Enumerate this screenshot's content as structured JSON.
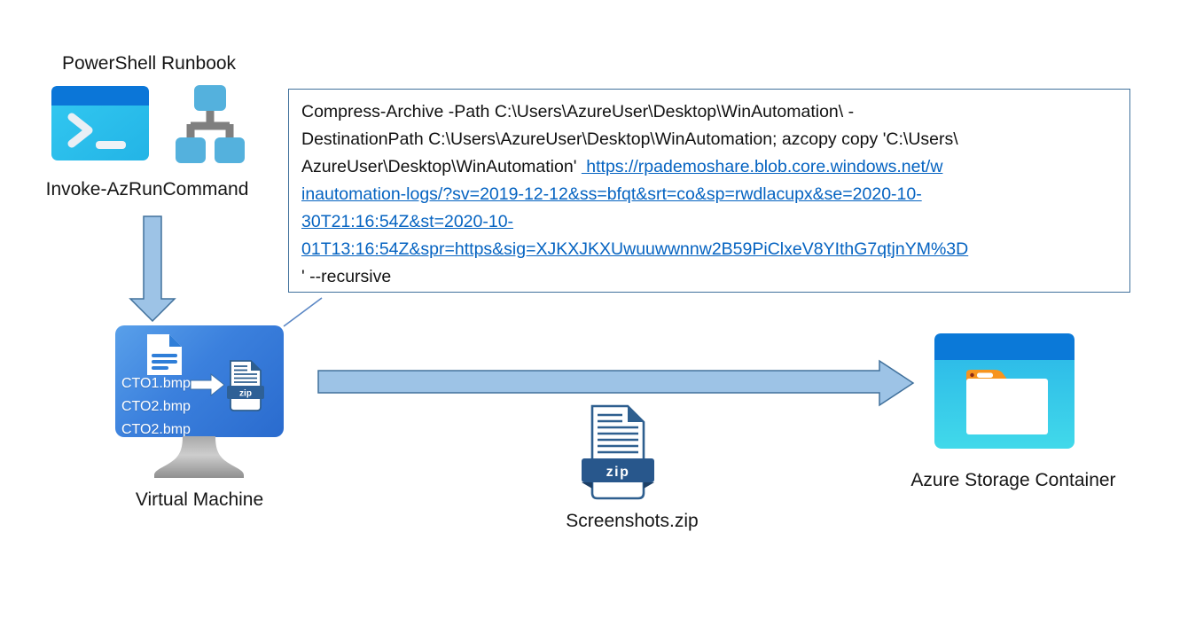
{
  "runbook": {
    "title": "PowerShell Runbook",
    "subtitle": "Invoke-AzRunCommand"
  },
  "code_box": {
    "line1": "Compress-Archive -Path C:\\Users\\AzureUser\\Desktop\\WinAutomation\\ -",
    "line2": "DestinationPath C:\\Users\\AzureUser\\Desktop\\WinAutomation; azcopy copy 'C:\\Users\\",
    "line3_plain": "AzureUser\\Desktop\\WinAutomation' ",
    "line3_link": " https://rpademoshare.blob.core.windows.net/w",
    "line4_link": "inautomation-logs/?sv=2019-12-12&ss=bfqt&srt=co&sp=rwdlacupx&se=2020-10-",
    "line5_link": "30T21:16:54Z&st=2020-10-",
    "line6_link": "01T13:16:54Z&spr=https&sig=XJKXJKXUwuuwwnnw2B59PiClxeV8YIthG7qtjnYM%3D",
    "line7": "' --recursive"
  },
  "vm": {
    "label": "Virtual Machine",
    "files": [
      "CTO1.bmp",
      "CTO2.bmp",
      "CTO2.bmp"
    ],
    "zip_badge": "zip"
  },
  "zip_file": {
    "label": "Screenshots.zip",
    "badge": "zip"
  },
  "storage": {
    "label": "Azure Storage Container"
  },
  "colors": {
    "hyperlink_blue": "#0563c1",
    "box_border_blue": "#41719c",
    "block_arrow_fill": "#9dc3e6",
    "block_arrow_border": "#41719c",
    "powershell_band_blue": "#0b76d8",
    "powershell_body_cyan": "#2fc3ee",
    "hierarchy_node_blue": "#54b1dd",
    "hierarchy_connector_gray": "#7f7f7f",
    "monitor_blue": "#3b80dd",
    "zip_banner_navy": "#2e5f8f",
    "storage_band_blue": "#0078d4",
    "storage_body_cyan": "#35c8e8",
    "folder_tab_orange": "#f7941e"
  }
}
